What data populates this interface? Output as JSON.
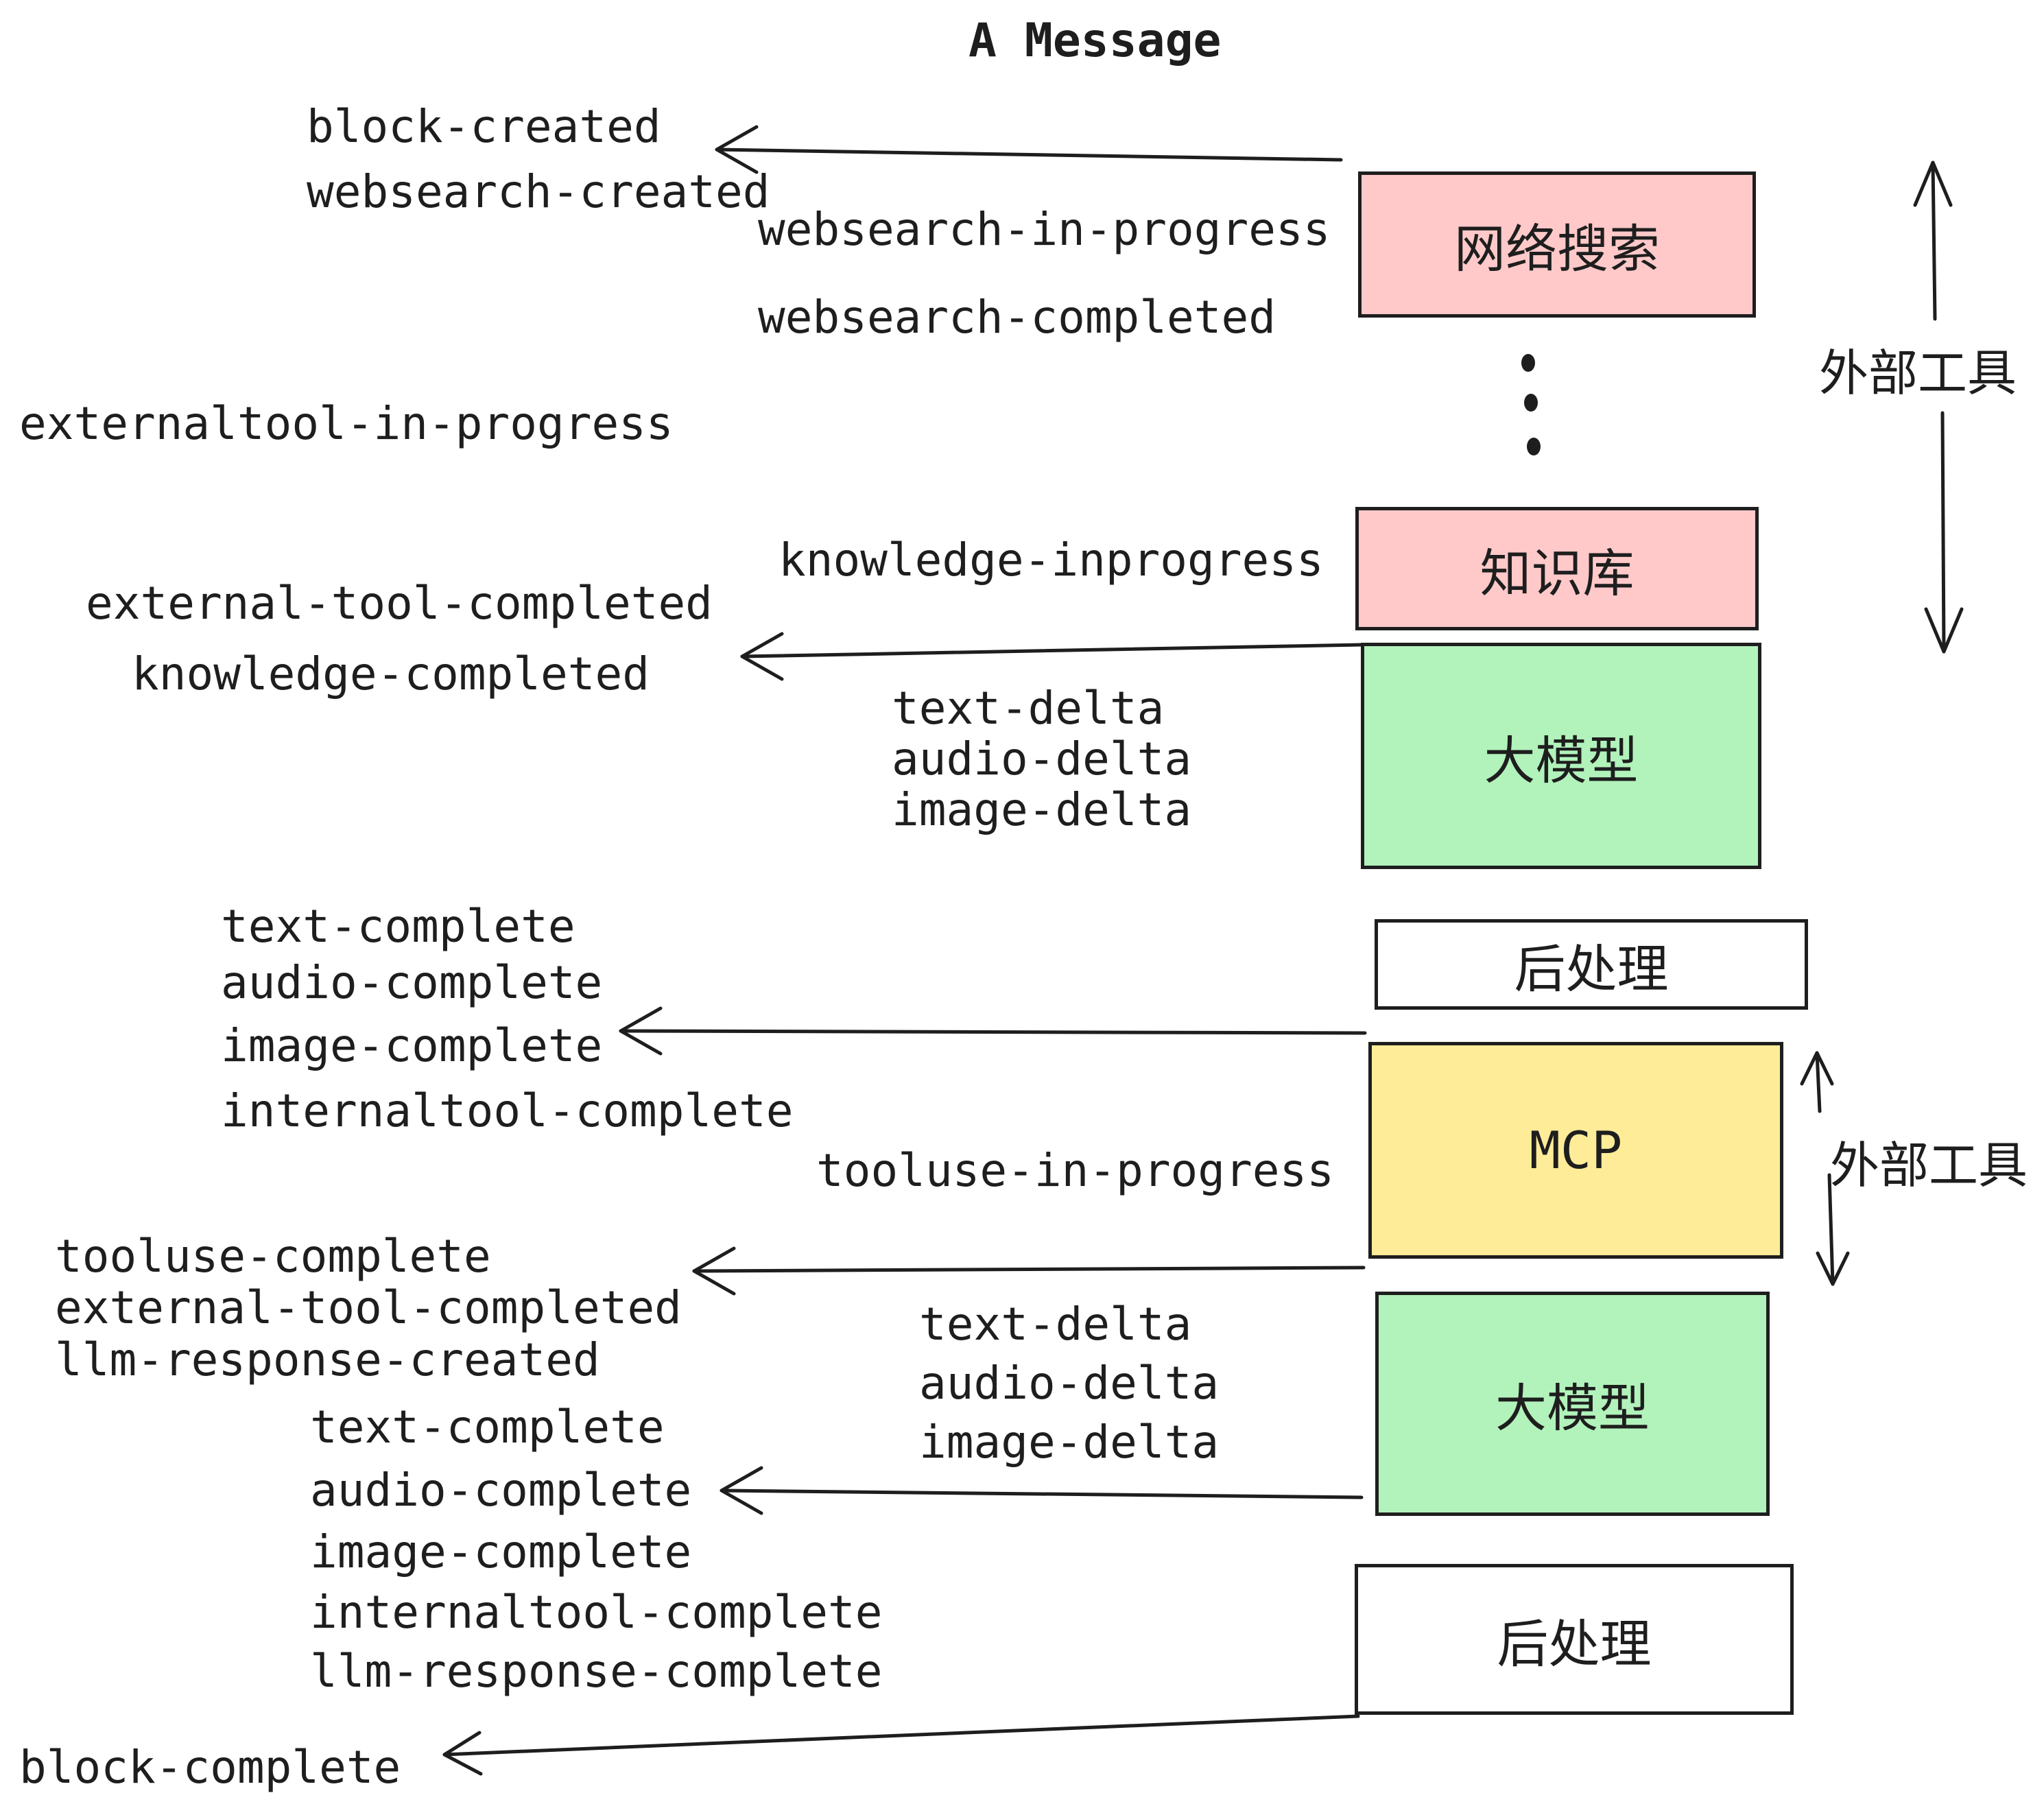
{
  "title": "A Message",
  "colors": {
    "pink": "#FFC9C9",
    "green": "#B2F2BB",
    "yellow": "#FFEC99",
    "white": "#FFFFFF",
    "line": "#1e1e1e"
  },
  "boxes": [
    {
      "label": "网络搜索"
    },
    {
      "label": "知识库"
    },
    {
      "label": "大模型"
    },
    {
      "label": "后处理"
    },
    {
      "label": "MCP"
    },
    {
      "label": "大模型"
    },
    {
      "label": "后处理"
    }
  ],
  "side_labels": [
    {
      "text": "外部工具"
    },
    {
      "text": "外部工具"
    }
  ],
  "events": [
    {
      "text": "block-created"
    },
    {
      "text": "websearch-created"
    },
    {
      "text": "websearch-in-progress"
    },
    {
      "text": "websearch-completed"
    },
    {
      "text": "externaltool-in-progress"
    },
    {
      "text": "knowledge-inprogress"
    },
    {
      "text": "external-tool-completed"
    },
    {
      "text": "knowledge-completed"
    },
    {
      "text": "text-delta"
    },
    {
      "text": "audio-delta"
    },
    {
      "text": "image-delta"
    },
    {
      "text": "text-complete"
    },
    {
      "text": "audio-complete"
    },
    {
      "text": "image-complete"
    },
    {
      "text": "internaltool-complete"
    },
    {
      "text": "tooluse-in-progress"
    },
    {
      "text": "tooluse-complete"
    },
    {
      "text": "external-tool-completed"
    },
    {
      "text": "llm-response-created"
    },
    {
      "text": "text-complete"
    },
    {
      "text": "audio-complete"
    },
    {
      "text": "image-complete"
    },
    {
      "text": "internaltool-complete"
    },
    {
      "text": "llm-response-complete"
    },
    {
      "text": "block-complete"
    },
    {
      "text": "text-delta"
    },
    {
      "text": "audio-delta"
    },
    {
      "text": "image-delta"
    }
  ]
}
